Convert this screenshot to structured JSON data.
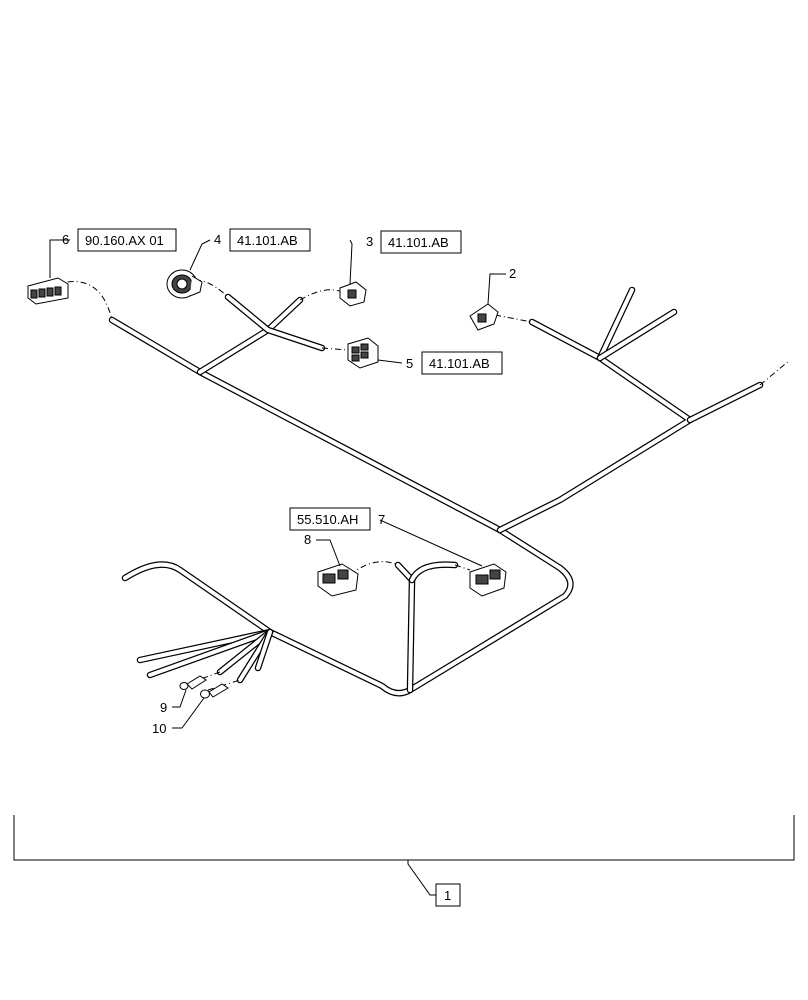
{
  "callouts": {
    "c1": {
      "number": "1",
      "ref": ""
    },
    "c2": {
      "number": "2",
      "ref": ""
    },
    "c3": {
      "number": "3",
      "ref": "41.101.AB"
    },
    "c4": {
      "number": "4",
      "ref": "41.101.AB"
    },
    "c5": {
      "number": "5",
      "ref": "41.101.AB"
    },
    "c6": {
      "number": "6",
      "ref": "90.160.AX 01"
    },
    "c7": {
      "number": "7",
      "ref": "55.510.AH"
    },
    "c8": {
      "number": "8",
      "ref": ""
    },
    "c9": {
      "number": "9",
      "ref": ""
    },
    "c10": {
      "number": "10",
      "ref": ""
    }
  },
  "icons": [
    "connector-icon",
    "round-connector-icon",
    "ring-terminal-icon"
  ]
}
